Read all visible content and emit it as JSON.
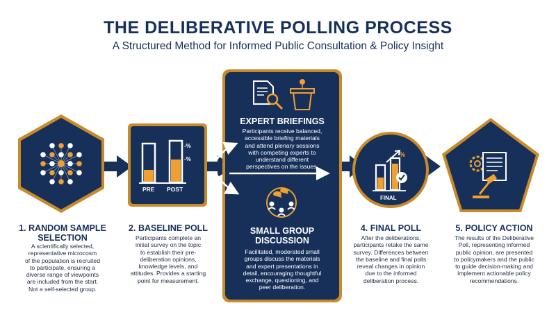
{
  "header": {
    "title": "THE DELIBERATIVE POLLING PROCESS",
    "subtitle": "A Structured Method for Informed Public Consultation & Policy Insight"
  },
  "steps": {
    "step1": {
      "title_line1": "1. RANDOM SAMPLE",
      "title_line2": "SELECTION",
      "desc": [
        "A scientifically selected,",
        "representative microcosm",
        "of the population is recruited",
        "to participate, ensuring a",
        "diverse range of viewpoints",
        "are included from the start.",
        "Not a self-selected group."
      ]
    },
    "step2": {
      "title": "2. BASELINE POLL",
      "desc": [
        "Participants complete an",
        "initial survey on the topic",
        "to establish their pre-",
        "deliberation opinions,",
        "knowledge levels, and",
        "attitudes. Provides a starting",
        "point for measurement."
      ],
      "chart_labels": {
        "pre": "PRE",
        "post": "POST",
        "pct_a": "-%",
        "pct_b": "-%"
      }
    },
    "step3a": {
      "title": "EXPERT BRIEFINGS",
      "desc": [
        "Participants receive balanced,",
        "accessible briefing materials",
        "and attend plenary sessions",
        "with competing experts to",
        "understand different",
        "perspectives on the issues."
      ]
    },
    "step3b": {
      "title_line1": "SMALL GROUP",
      "title_line2": "DISCUSSION",
      "desc": [
        "Facilitated, moderated small",
        "groups discuss the materials",
        "and expert presentations in",
        "detail, encouraging thoughtful",
        "exchange, questioning, and",
        "peer deliberation."
      ]
    },
    "step4": {
      "title": "4. FINAL POLL",
      "desc": [
        "After the deliberations,",
        "participants retake the same",
        "survey. Differences between",
        "the baseline and final polls",
        "reveal changes in opinion",
        "due to the informed",
        "deliberation process."
      ],
      "chart_labels": {
        "final": "FINAL",
        "pct": "%"
      }
    },
    "step5": {
      "title": "5. POLICY ACTION",
      "desc": [
        "The results of the Deliberative",
        "Poll, representing informed",
        "public opinion, are presented",
        "to policymakers and the public",
        "to guide decision-making and",
        "implement actionable policy",
        "recommendations."
      ]
    }
  },
  "colors": {
    "navy": "#16305a",
    "orange": "#f0a030",
    "white": "#ffffff"
  },
  "icons": [
    "network-icon",
    "bar-chart-icon",
    "document-search-icon",
    "podium-icon",
    "discussion-group-icon",
    "final-chart-icon",
    "gear-document-gavel-icon"
  ]
}
